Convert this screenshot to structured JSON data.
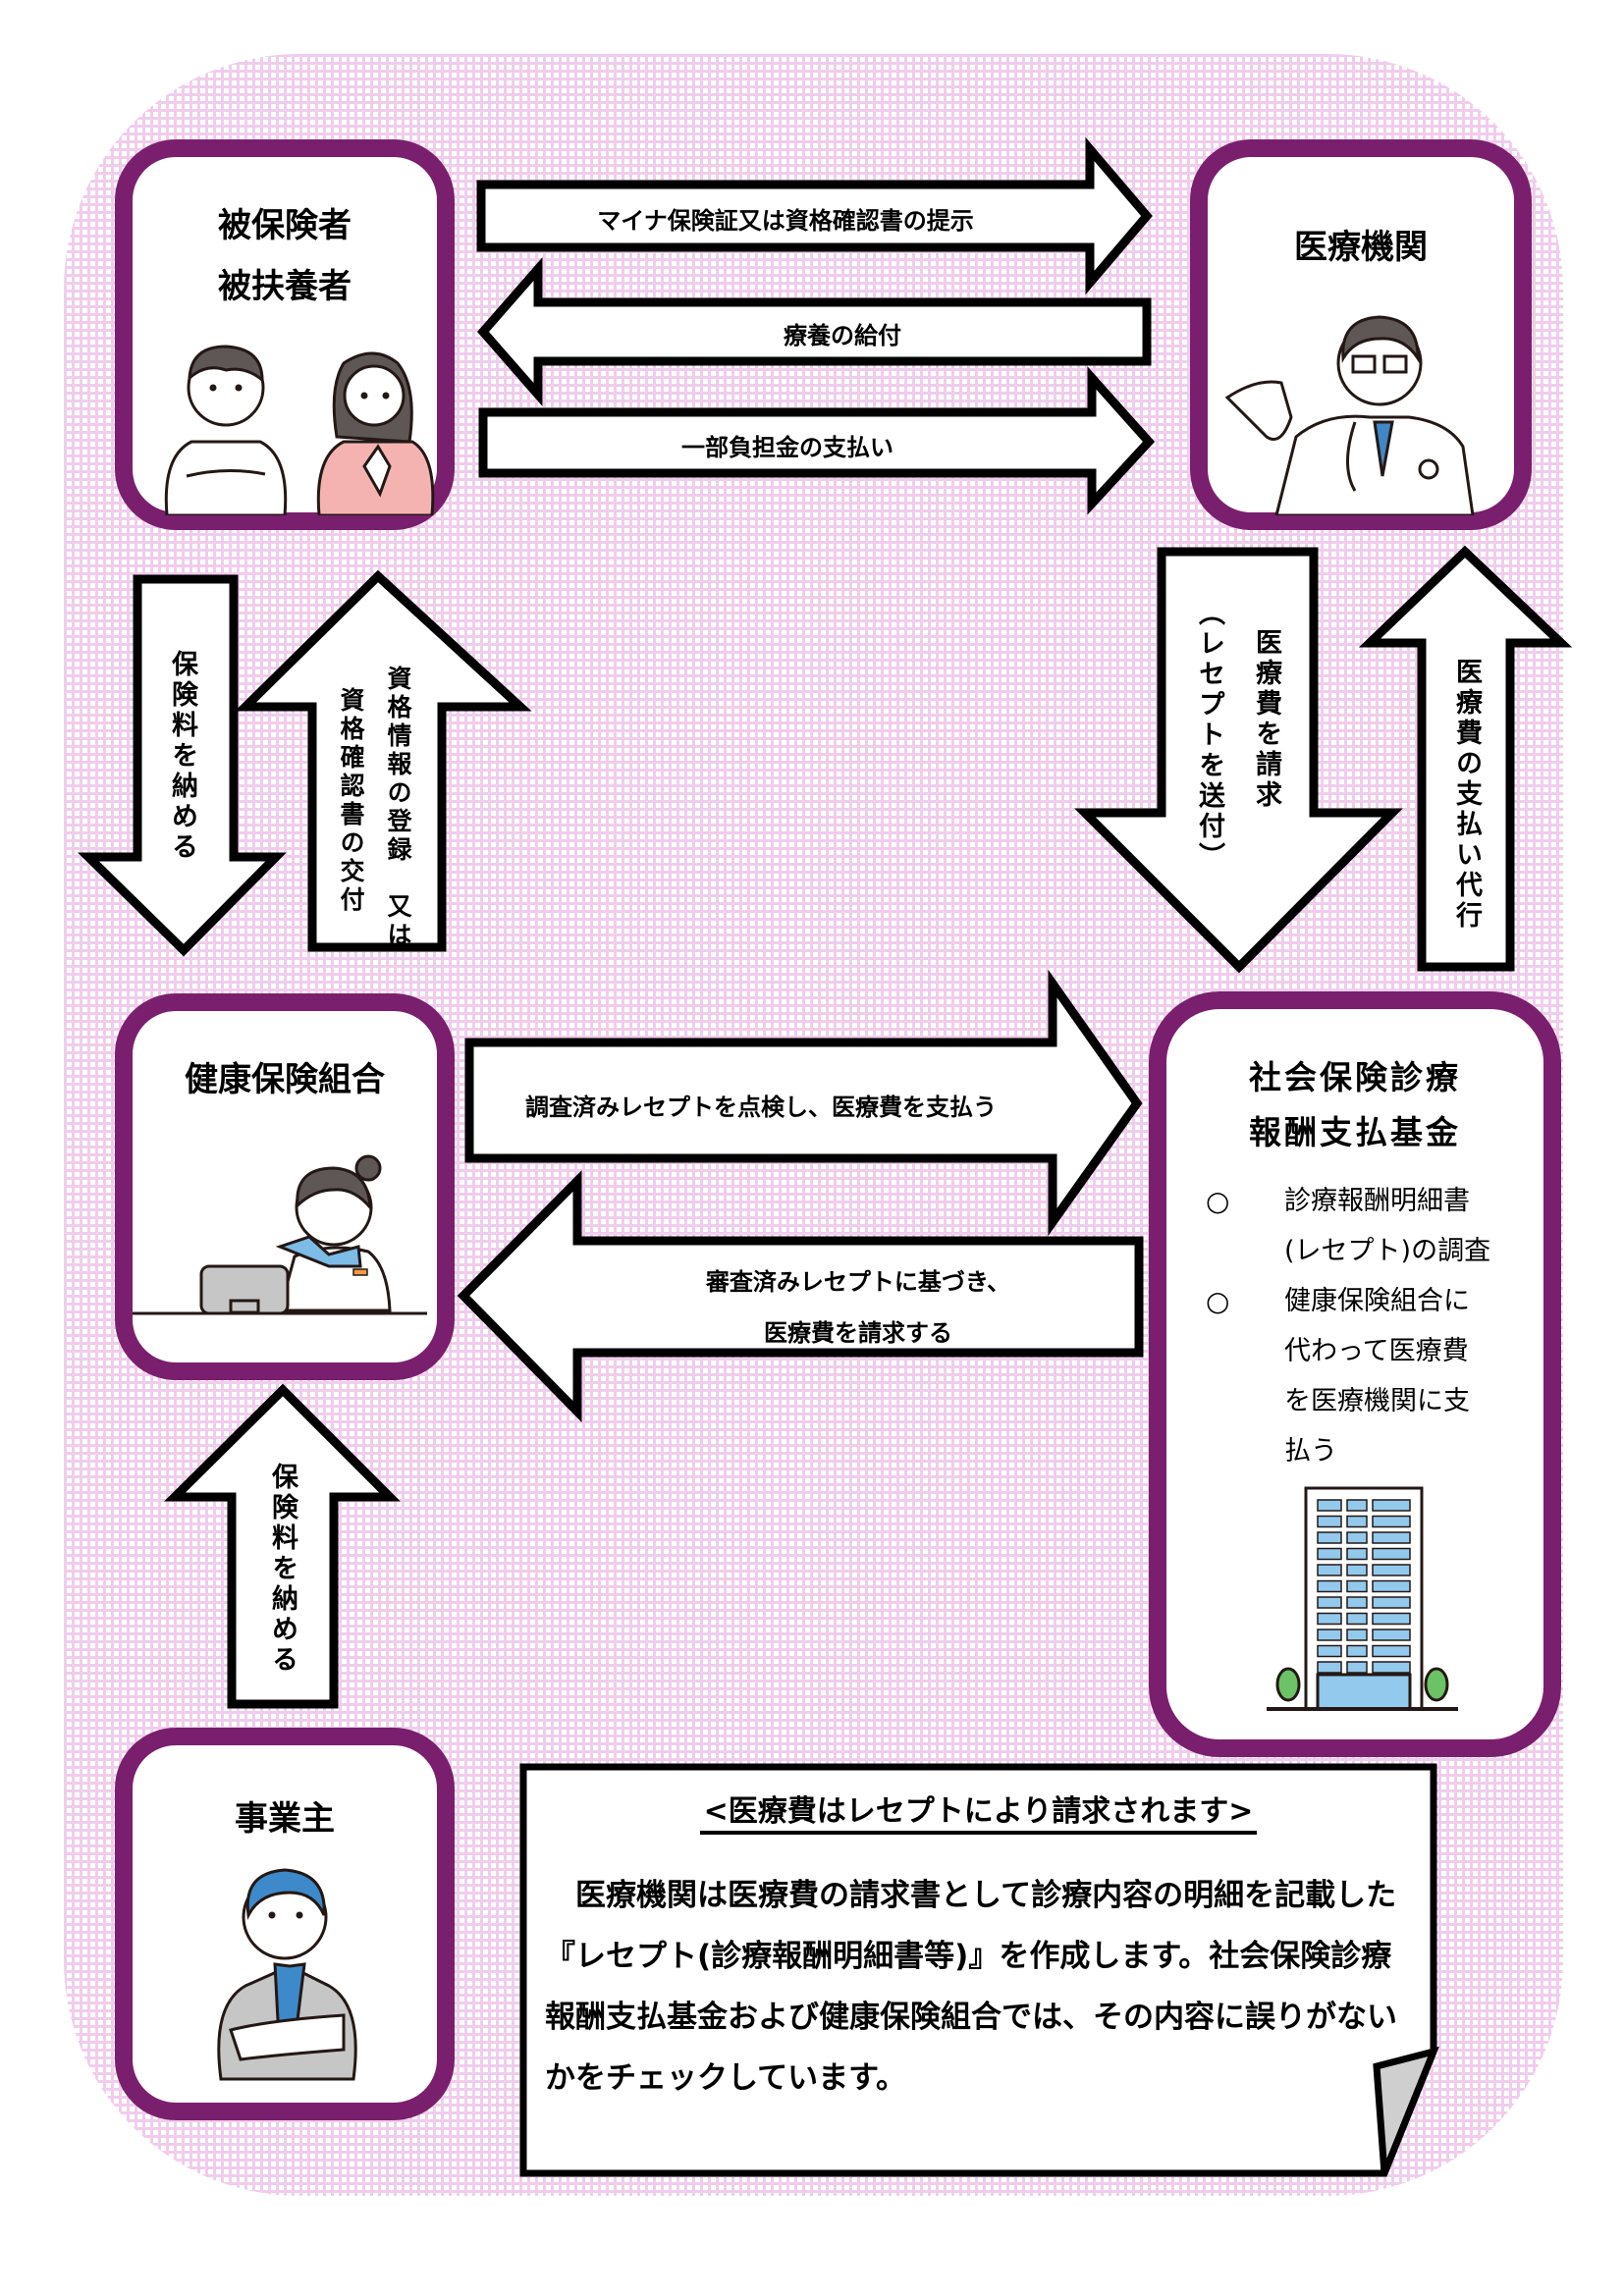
{
  "title": "医療費の流れ",
  "colors": {
    "box_border": "#7a1f6e",
    "background_grid": "#f0cdec",
    "arrow_fill": "#ffffff",
    "arrow_stroke": "#000000"
  },
  "entities": {
    "insured": {
      "title_line1": "被保険者",
      "title_line2": "被扶養者",
      "illustration": "man-and-woman-illustration"
    },
    "medical_institution": {
      "title": "医療機関",
      "illustration": "doctor-illustration"
    },
    "health_insurance_union": {
      "title": "健康保険組合",
      "illustration": "receptionist-illustration"
    },
    "payment_fund": {
      "title_line1": "社会保険診療",
      "title_line2": "報酬支払基金",
      "bullet_mark": "○",
      "bullets": [
        {
          "lines": [
            "診療報酬明細書",
            "(レセプト)の調査"
          ]
        },
        {
          "lines": [
            "健康保険組合に",
            "代わって医療費",
            "を医療機関に支",
            "払う"
          ]
        }
      ],
      "illustration": "office-building-illustration"
    },
    "employer": {
      "title": "事業主",
      "illustration": "businessman-illustration"
    }
  },
  "arrows": {
    "present_card": "マイナ保険証又は資格確認書の提示",
    "medical_benefit": "療養の給付",
    "copayment": "一部負担金の支払い",
    "pay_premium_insured": "保険料を納める",
    "qualification_line1": "資格情報の登録　又は",
    "qualification_line2": "資格確認書の交付",
    "claim_line1": "医療費を請求",
    "claim_line2": "（レセプトを送付）",
    "payment_agency": "医療費の支払い代行",
    "check_and_pay": "調査済みレセプトを点検し、医療費を支払う",
    "bill_line1": "審査済みレセプトに基づき、",
    "bill_line2": "医療費を請求する",
    "pay_premium_employer": "保険料を納める"
  },
  "note": {
    "title": "<医療費はレセプトにより請求されます>",
    "body": "医療機関は医療費の請求書として診療内容の明細を記載した『レセプト(診療報酬明細書等)』を作成します。社会保険診療報酬支払基金および健康保険組合では、その内容に誤りがないかをチェックしています。"
  }
}
